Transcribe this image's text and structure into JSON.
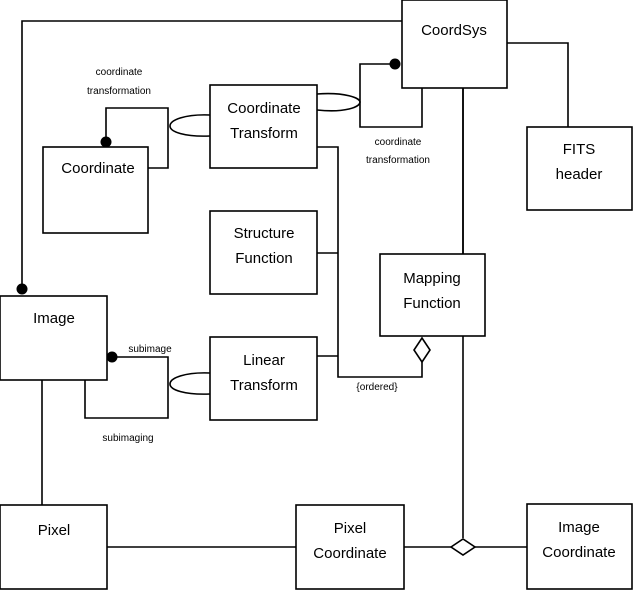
{
  "boxes": {
    "coordsys": {
      "label": "CoordSys"
    },
    "fits_header": {
      "line1": "FITS",
      "line2": "header"
    },
    "coordinate_transform": {
      "line1": "Coordinate",
      "line2": "Transform"
    },
    "coordinate": {
      "label": "Coordinate"
    },
    "structure_function": {
      "line1": "Structure",
      "line2": "Function"
    },
    "mapping_function": {
      "line1": "Mapping",
      "line2": "Function"
    },
    "image": {
      "label": "Image"
    },
    "linear_transform": {
      "line1": "Linear",
      "line2": "Transform"
    },
    "pixel": {
      "label": "Pixel"
    },
    "pixel_coordinate": {
      "line1": "Pixel",
      "line2": "Coordinate"
    },
    "image_coordinate": {
      "line1": "Image",
      "line2": "Coordinate"
    }
  },
  "annotations": {
    "coord_transform_left": {
      "line1": "coordinate",
      "line2": "transformation"
    },
    "coord_transform_right": {
      "line1": "coordinate",
      "line2": "transformation"
    },
    "subimage": "subimage",
    "subimaging": "subimaging",
    "ordered": "{ordered}"
  }
}
